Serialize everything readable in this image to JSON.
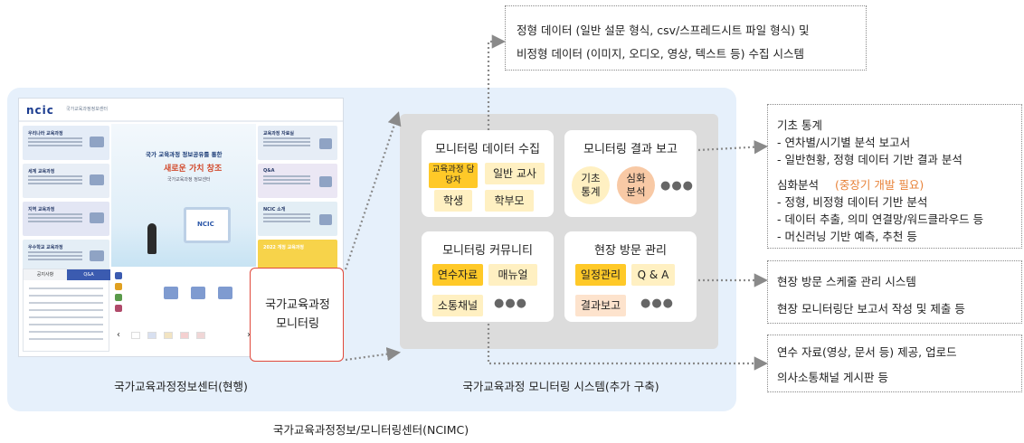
{
  "site_screenshot": {
    "logo": "ncic",
    "logo_sub": "국가교육과정정보센터",
    "left_panels": [
      "우리나라 교육과정",
      "세계 교육과정",
      "지역 교육과정",
      "우수학교 교육과정"
    ],
    "right_panels": [
      "교육과정 자료실",
      "Q&A",
      "NCIC 소개",
      "2022 개정 교육과정"
    ],
    "hero_title": "국가 교육과정 정보공유를 통한",
    "hero_title2": "새로운 가치 창조",
    "hero_sub": "국가교육과정 정보센터",
    "hero_monitor": "NCIC",
    "tab_a": "공지사항",
    "tab_b": "Q&A"
  },
  "highlight_box": {
    "line1": "국가교육과정",
    "line2": "모니터링"
  },
  "labels": {
    "current": "국가교육과정정보센터(현행)",
    "system": "국가교육과정 모니터링 시스템(추가 구축)",
    "ncimc": "국가교육과정정보/모니터링센터(NCIMC)"
  },
  "cards": {
    "collect": {
      "title": "모니터링 데이터 수집",
      "items": [
        "교육과정 담당자",
        "일반 교사",
        "학생",
        "학부모"
      ]
    },
    "report": {
      "title": "모니터링 결과 보고",
      "circles": [
        [
          "기초",
          "통계"
        ],
        [
          "심화",
          "분석"
        ]
      ],
      "more": "●●●"
    },
    "community": {
      "title": "모니터링 커뮤니티",
      "items": [
        "연수자료",
        "매뉴얼",
        "소통채널"
      ],
      "more": "●●●"
    },
    "visit": {
      "title": "현장 방문 관리",
      "items": [
        "일정관리",
        "Q & A",
        "결과보고"
      ],
      "more": "●●●"
    }
  },
  "notes": {
    "top": {
      "line1": "정형 데이터 (일반 설문 형식, csv/스프레드시트 파일 형식) 및",
      "line2": "비정형 데이터 (이미지, 오디오, 영상, 텍스트 등) 수집 시스템"
    },
    "stats": {
      "heading1": "기초 통계",
      "b1": "- 연차별/시기별 분석 보고서",
      "b2": "- 일반현황, 정형 데이터 기반 결과 분석",
      "heading2": "심화분석",
      "heading2_note": "(중장기 개발 필요)",
      "b3": "- 정형, 비정형 데이터 기반 분석",
      "b4": "- 데이터 추출, 의미 연결망/워드클라우드 등",
      "b5": "- 머신러닝 기반 예측, 추천 등"
    },
    "visit": {
      "line1": "현장 방문 스케줄 관리 시스템",
      "line2": "현장 모니터링단 보고서 작성 및 제출 등"
    },
    "community": {
      "line1": "연수 자료(영상, 문서 등) 제공, 업로드",
      "line2": "의사소통채널 게시판 등"
    }
  },
  "colors": {
    "outer_region": "#e6f0fb",
    "system_box": "#dcdcdc",
    "highlight_border": "#e0483b",
    "pill_yellow": "#ffc928",
    "pill_light_yellow": "#fff0c2",
    "pill_light_orange": "#fde3cd",
    "accent_orange": "#e8833a",
    "connector": "#8a8a8a"
  }
}
